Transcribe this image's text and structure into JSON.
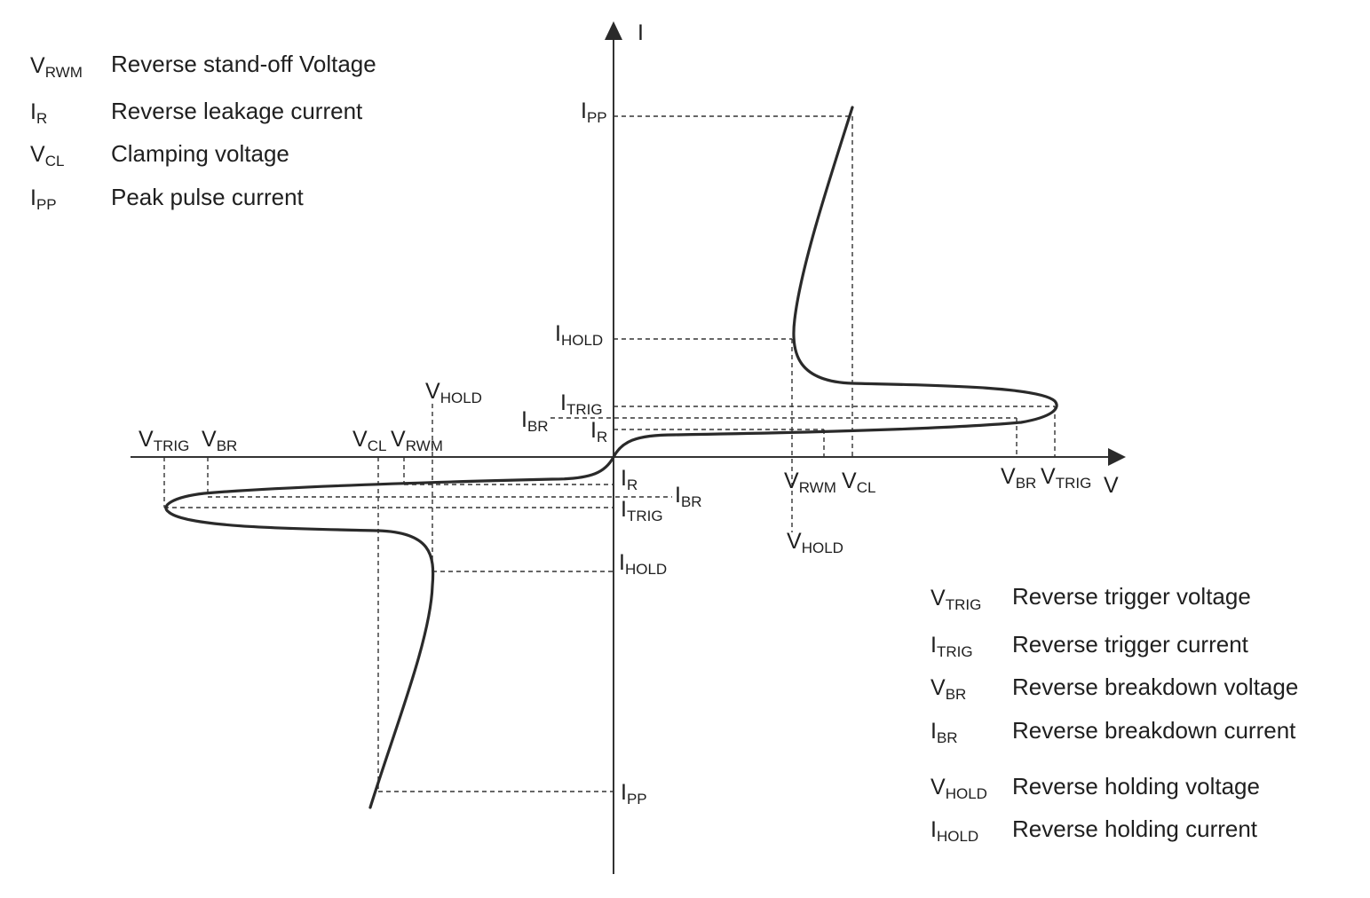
{
  "legend_top_left": [
    {
      "sym": "V",
      "sub": "RWM",
      "text": "Reverse stand-off Voltage"
    },
    {
      "sym": "I",
      "sub": "R",
      "text": "Reverse leakage current"
    },
    {
      "sym": "V",
      "sub": "CL",
      "text": "Clamping voltage"
    },
    {
      "sym": "I",
      "sub": "PP",
      "text": "Peak pulse current"
    }
  ],
  "legend_bottom_right": [
    {
      "sym": "V",
      "sub": "TRIG",
      "text": "Reverse trigger voltage"
    },
    {
      "sym": "I",
      "sub": "TRIG",
      "text": "Reverse trigger current"
    },
    {
      "sym": "V",
      "sub": "BR",
      "text": "Reverse breakdown voltage"
    },
    {
      "sym": "I",
      "sub": "BR",
      "text": "Reverse breakdown current"
    },
    {
      "sym": "V",
      "sub": "HOLD",
      "text": "Reverse holding voltage"
    },
    {
      "sym": "I",
      "sub": "HOLD",
      "text": "Reverse holding current"
    }
  ],
  "axes": {
    "y_label": "I",
    "x_label": "V"
  },
  "labels": {
    "ipp_pos": {
      "sym": "I",
      "sub": "PP"
    },
    "ihold_pos": {
      "sym": "I",
      "sub": "HOLD"
    },
    "itrig_pos": {
      "sym": "I",
      "sub": "TRIG"
    },
    "ibr_pos": {
      "sym": "I",
      "sub": "BR"
    },
    "ir_pos": {
      "sym": "I",
      "sub": "R"
    },
    "vrwm_pos": {
      "sym": "V",
      "sub": "RWM"
    },
    "vcl_pos": {
      "sym": "V",
      "sub": "CL"
    },
    "vhold_pos": {
      "sym": "V",
      "sub": "HOLD"
    },
    "vbr_pos": {
      "sym": "V",
      "sub": "BR"
    },
    "vtrig_pos": {
      "sym": "V",
      "sub": "TRIG"
    },
    "vtrig_neg": {
      "sym": "V",
      "sub": "TRIG"
    },
    "vbr_neg": {
      "sym": "V",
      "sub": "BR"
    },
    "vcl_neg": {
      "sym": "V",
      "sub": "CL"
    },
    "vrwm_neg": {
      "sym": "V",
      "sub": "RWM"
    },
    "vhold_neg": {
      "sym": "V",
      "sub": "HOLD"
    },
    "ir_neg": {
      "sym": "I",
      "sub": "R"
    },
    "ibr_neg": {
      "sym": "I",
      "sub": "BR"
    },
    "itrig_neg": {
      "sym": "I",
      "sub": "TRIG"
    },
    "ihold_neg": {
      "sym": "I",
      "sub": "HOLD"
    },
    "ipp_neg": {
      "sym": "I",
      "sub": "PP"
    }
  }
}
